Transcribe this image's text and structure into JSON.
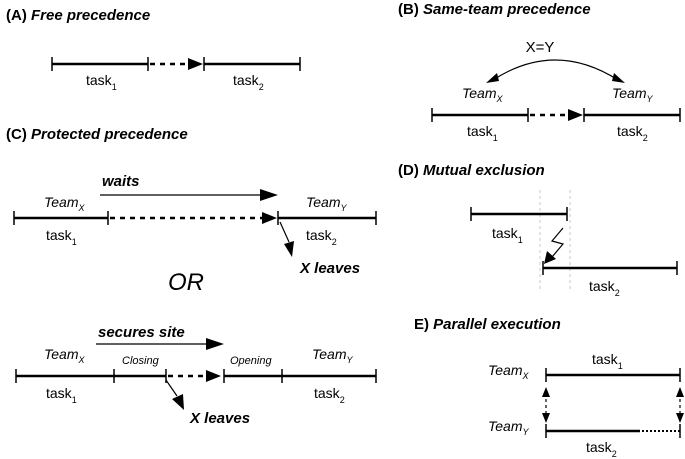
{
  "panels": {
    "a": {
      "label": "(A)",
      "title": "Free precedence",
      "task1": "task",
      "task1_sub": "1",
      "task2": "task",
      "task2_sub": "2"
    },
    "b": {
      "label": "(B)",
      "title": "Same-team precedence",
      "relation": "X=Y",
      "teamx": "Team",
      "teamx_sub": "X",
      "teamy": "Team",
      "teamy_sub": "Y",
      "task1": "task",
      "task1_sub": "1",
      "task2": "task",
      "task2_sub": "2"
    },
    "c": {
      "label": "(C)",
      "title": "Protected precedence",
      "waits": "waits",
      "teamx": "Team",
      "teamx_sub": "X",
      "teamy": "Team",
      "teamy_sub": "Y",
      "task1": "task",
      "task1_sub": "1",
      "task2": "task",
      "task2_sub": "2",
      "x_leaves_1": "X leaves",
      "or": "OR",
      "secures": "secures site",
      "teamx2": "Team",
      "teamx2_sub": "X",
      "teamy2": "Team",
      "teamy2_sub": "Y",
      "closing": "Closing",
      "opening": "Opening",
      "task1b": "task",
      "task1b_sub": "1",
      "task2b": "task",
      "task2b_sub": "2",
      "x_leaves_2": "X leaves"
    },
    "d": {
      "label": "(D)",
      "title": "Mutual exclusion",
      "task1": "task",
      "task1_sub": "1",
      "task2": "task",
      "task2_sub": "2"
    },
    "e": {
      "label": "E)",
      "title": "Parallel execution",
      "teamx": "Team",
      "teamx_sub": "X",
      "teamy": "Team",
      "teamy_sub": "Y",
      "task1": "task",
      "task1_sub": "1",
      "task2": "task",
      "task2_sub": "2"
    }
  }
}
